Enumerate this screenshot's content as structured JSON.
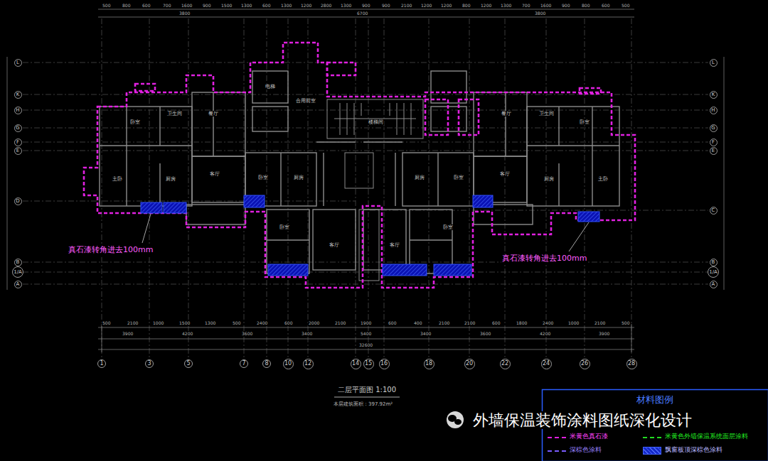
{
  "diagram": {
    "title": "二层平面图 1:100",
    "nodes": [
      {
        "text": [
          "1"
        ]
      },
      {
        "text": [
          "3"
        ]
      },
      {
        "text": [
          "5"
        ]
      },
      {
        "text": [
          "7"
        ]
      },
      {
        "text": [
          "8"
        ]
      },
      {
        "text": [
          "10"
        ]
      },
      {
        "text": [
          "12"
        ]
      },
      {
        "text": [
          "14"
        ]
      },
      {
        "text": [
          "15"
        ]
      },
      {
        "text": [
          "16"
        ]
      },
      {
        "text": [
          "18"
        ]
      },
      {
        "text": [
          "20"
        ]
      },
      {
        "text": [
          "22"
        ]
      },
      {
        "text": [
          "24"
        ]
      },
      {
        "text": [
          "26"
        ]
      },
      {
        "text": [
          "28"
        ]
      },
      {
        "text": [
          "L"
        ]
      },
      {
        "text": [
          "K"
        ]
      },
      {
        "text": [
          "H"
        ]
      },
      {
        "text": [
          "G"
        ]
      },
      {
        "text": [
          "F"
        ]
      },
      {
        "text": [
          "E"
        ]
      },
      {
        "text": [
          "D"
        ]
      },
      {
        "text": [
          "B"
        ]
      },
      {
        "text": [
          "1/A"
        ]
      },
      {
        "text": [
          "A"
        ]
      },
      {
        "text": [
          "L"
        ]
      },
      {
        "text": [
          "K"
        ]
      },
      {
        "text": [
          "H"
        ]
      },
      {
        "text": [
          "G"
        ]
      },
      {
        "text": [
          "F"
        ]
      },
      {
        "text": [
          "E"
        ]
      },
      {
        "text": [
          "C"
        ]
      },
      {
        "text": [
          "B"
        ]
      },
      {
        "text": [
          "1/A"
        ]
      },
      {
        "text": [
          "A"
        ]
      }
    ],
    "labels": [
      "真石漆转角进去100mm",
      "真石漆转角进去100mm",
      "本层建筑面积：397.92m²",
      "材料图例",
      "外墙保温装饰涂料图纸深化设计",
      "500",
      "800",
      "600",
      "700",
      "1600",
      "900",
      "1500",
      "1300",
      "600",
      "1300",
      "1200",
      "2800",
      "1300",
      "900",
      "900",
      "2100",
      "1200",
      "1200",
      "800",
      "1200",
      "1300",
      "700",
      "1600",
      "900",
      "800",
      "600",
      "500",
      "3800",
      "6700",
      "3800",
      "500",
      "2100",
      "1000",
      "1500",
      "1300",
      "500",
      "2400",
      "600",
      "2000",
      "2100",
      "1900",
      "600",
      "400",
      "2100",
      "2100",
      "600",
      "1800",
      "2400",
      "1000",
      "2100",
      "500",
      "3900",
      "4200",
      "3600",
      "3400",
      "5400",
      "3400",
      "3600",
      "4200",
      "3900",
      "32600",
      "卧室",
      "卫生间",
      "餐厅",
      "主卧",
      "厨房",
      "客厅",
      "电梯",
      "合用前室",
      "楼梯间",
      "卧室",
      "厨房",
      "卧室",
      "客厅",
      "客厅",
      "卧室",
      "厨房",
      "卧室",
      "客厅",
      "餐厅",
      "卫生间",
      "厨房",
      "卧室",
      "主卧"
    ],
    "legend": [
      {
        "text": "米黄色真石漆"
      },
      {
        "text": "米黄色外墙保温系统面层涂料"
      },
      {
        "text": "深棕色涂料"
      },
      {
        "text": "飘窗板顶深棕色涂料",
        "color": "#1428c8"
      }
    ]
  }
}
